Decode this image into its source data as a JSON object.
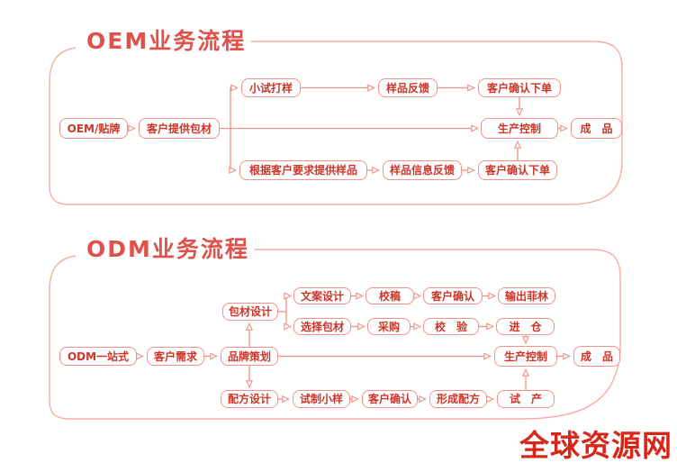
{
  "page": {
    "background": "#ffffff"
  },
  "colors": {
    "panel_outline": "#f5aca4",
    "node_border": "#f0938a",
    "node_text": "#cd3529",
    "connector": "#ef9186",
    "title_text": "#e0514b",
    "watermark_text": "#d7271a"
  },
  "watermark": {
    "text": "全球资源网"
  },
  "sections": [
    {
      "id": "oem",
      "title": "OEM业务流程",
      "nodes": [
        {
          "id": "oem-start",
          "label": "OEM/贴牌"
        },
        {
          "id": "oem-pack",
          "label": "客户提供包材"
        },
        {
          "id": "oem-trial",
          "label": "小试打样"
        },
        {
          "id": "oem-feedback",
          "label": "样品反馈"
        },
        {
          "id": "oem-confirm-top",
          "label": "客户确认下单"
        },
        {
          "id": "oem-production",
          "label": "生产控制"
        },
        {
          "id": "oem-finished",
          "label": "成　品"
        },
        {
          "id": "oem-custom-sample",
          "label": "根据客户要求提供样品"
        },
        {
          "id": "oem-sample-info",
          "label": "样品信息反馈"
        },
        {
          "id": "oem-confirm-bottom",
          "label": "客户确认下单"
        }
      ]
    },
    {
      "id": "odm",
      "title": "ODM业务流程",
      "nodes": [
        {
          "id": "odm-start",
          "label": "ODM一站式"
        },
        {
          "id": "odm-need",
          "label": "客户需求"
        },
        {
          "id": "odm-brand",
          "label": "品牌策划"
        },
        {
          "id": "odm-packdesign",
          "label": "包材设计"
        },
        {
          "id": "odm-copy",
          "label": "文案设计"
        },
        {
          "id": "odm-proof",
          "label": "校稿"
        },
        {
          "id": "odm-confirm1",
          "label": "客户确认"
        },
        {
          "id": "odm-film",
          "label": "输出菲林"
        },
        {
          "id": "odm-choosepack",
          "label": "选择包材"
        },
        {
          "id": "odm-purchase",
          "label": "采购"
        },
        {
          "id": "odm-check",
          "label": "校　验"
        },
        {
          "id": "odm-store",
          "label": "进　仓"
        },
        {
          "id": "odm-production",
          "label": "生产控制"
        },
        {
          "id": "odm-finished",
          "label": "成　品"
        },
        {
          "id": "odm-formula",
          "label": "配方设计"
        },
        {
          "id": "odm-trial",
          "label": "试制小样"
        },
        {
          "id": "odm-confirm2",
          "label": "客户确认"
        },
        {
          "id": "odm-form",
          "label": "形成配方"
        },
        {
          "id": "odm-pilot",
          "label": "试　产"
        }
      ]
    }
  ]
}
